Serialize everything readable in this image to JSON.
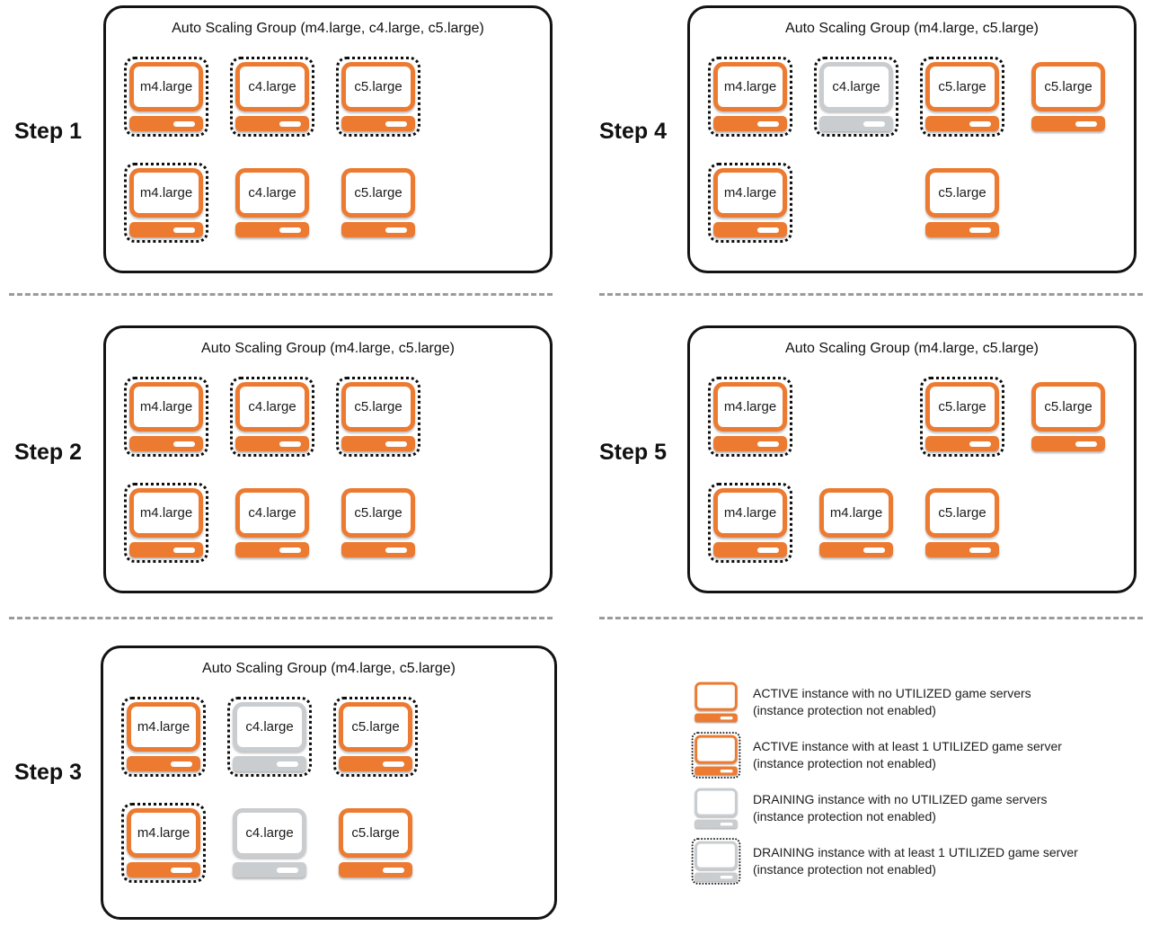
{
  "colors": {
    "active_orange": "#EC7B31",
    "draining_gray": "#C9CDD0",
    "dotted_border": "#0D0D0D",
    "panel_border": "#131313",
    "divider_gray": "#9B9B9B"
  },
  "panels": [
    {
      "step_label": "Step 1",
      "title": "Auto Scaling Group (m4.large, c4.large, c5.large)",
      "rows": [
        [
          {
            "label": "m4.large",
            "state": "active",
            "utilized": true
          },
          {
            "label": "c4.large",
            "state": "active",
            "utilized": true
          },
          {
            "label": "c5.large",
            "state": "active",
            "utilized": true
          }
        ],
        [
          {
            "label": "m4.large",
            "state": "active",
            "utilized": true
          },
          {
            "label": "c4.large",
            "state": "active",
            "utilized": false
          },
          {
            "label": "c5.large",
            "state": "active",
            "utilized": false
          }
        ]
      ]
    },
    {
      "step_label": "Step 2",
      "title": "Auto Scaling Group (m4.large, c5.large)",
      "rows": [
        [
          {
            "label": "m4.large",
            "state": "active",
            "utilized": true
          },
          {
            "label": "c4.large",
            "state": "active",
            "utilized": true
          },
          {
            "label": "c5.large",
            "state": "active",
            "utilized": true
          }
        ],
        [
          {
            "label": "m4.large",
            "state": "active",
            "utilized": true
          },
          {
            "label": "c4.large",
            "state": "active",
            "utilized": false
          },
          {
            "label": "c5.large",
            "state": "active",
            "utilized": false
          }
        ]
      ]
    },
    {
      "step_label": "Step 3",
      "title": "Auto Scaling Group (m4.large, c5.large)",
      "rows": [
        [
          {
            "label": "m4.large",
            "state": "active",
            "utilized": true
          },
          {
            "label": "c4.large",
            "state": "draining",
            "utilized": true
          },
          {
            "label": "c5.large",
            "state": "active",
            "utilized": true
          }
        ],
        [
          {
            "label": "m4.large",
            "state": "active",
            "utilized": true
          },
          {
            "label": "c4.large",
            "state": "draining",
            "utilized": false
          },
          {
            "label": "c5.large",
            "state": "active",
            "utilized": false
          }
        ]
      ]
    },
    {
      "step_label": "Step 4",
      "title": "Auto Scaling Group (m4.large, c5.large)",
      "rows": [
        [
          {
            "label": "m4.large",
            "state": "active",
            "utilized": true
          },
          {
            "label": "c4.large",
            "state": "draining",
            "utilized": true
          },
          {
            "label": "c5.large",
            "state": "active",
            "utilized": true
          },
          {
            "label": "c5.large",
            "state": "active",
            "utilized": false
          }
        ],
        [
          {
            "label": "m4.large",
            "state": "active",
            "utilized": true
          },
          null,
          {
            "label": "c5.large",
            "state": "active",
            "utilized": false
          },
          null
        ]
      ]
    },
    {
      "step_label": "Step 5",
      "title": "Auto Scaling Group (m4.large, c5.large)",
      "rows": [
        [
          {
            "label": "m4.large",
            "state": "active",
            "utilized": true
          },
          null,
          {
            "label": "c5.large",
            "state": "active",
            "utilized": true
          },
          {
            "label": "c5.large",
            "state": "active",
            "utilized": false
          }
        ],
        [
          {
            "label": "m4.large",
            "state": "active",
            "utilized": true
          },
          {
            "label": "m4.large",
            "state": "active",
            "utilized": false
          },
          {
            "label": "c5.large",
            "state": "active",
            "utilized": false
          },
          null
        ]
      ]
    }
  ],
  "legend": {
    "items": [
      {
        "state": "active",
        "utilized": false,
        "line1": "ACTIVE instance with no UTILIZED game servers",
        "line2": "(instance protection not enabled)"
      },
      {
        "state": "active",
        "utilized": true,
        "line1": "ACTIVE instance with at least 1 UTILIZED game server",
        "line2": "(instance protection not enabled)"
      },
      {
        "state": "draining",
        "utilized": false,
        "line1": "DRAINING instance with no UTILIZED game servers",
        "line2": "(instance protection not enabled)"
      },
      {
        "state": "draining",
        "utilized": true,
        "line1": "DRAINING instance with at least 1 UTILIZED game server",
        "line2": "(instance protection not enabled)"
      }
    ]
  }
}
